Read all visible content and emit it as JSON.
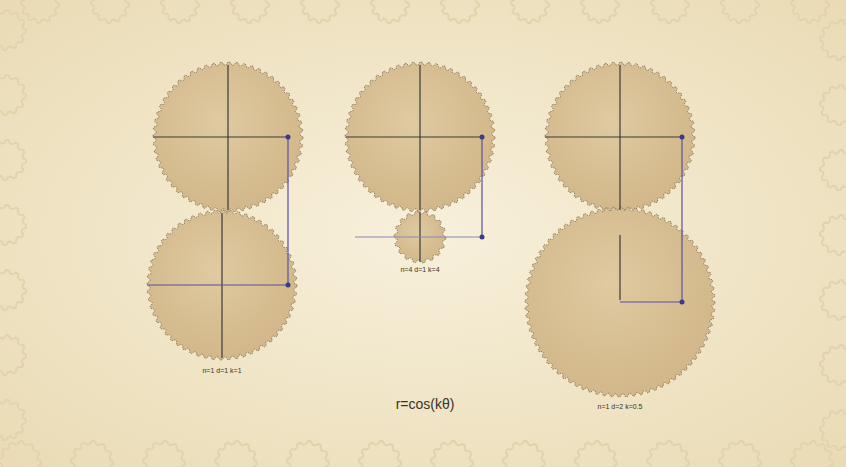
{
  "diagram": {
    "labels": [
      "n=1 d=1 k=1",
      "n=4 d=1 k=4",
      "r=cos(kθ)",
      "n=1 d=2 k=0.5"
    ]
  }
}
